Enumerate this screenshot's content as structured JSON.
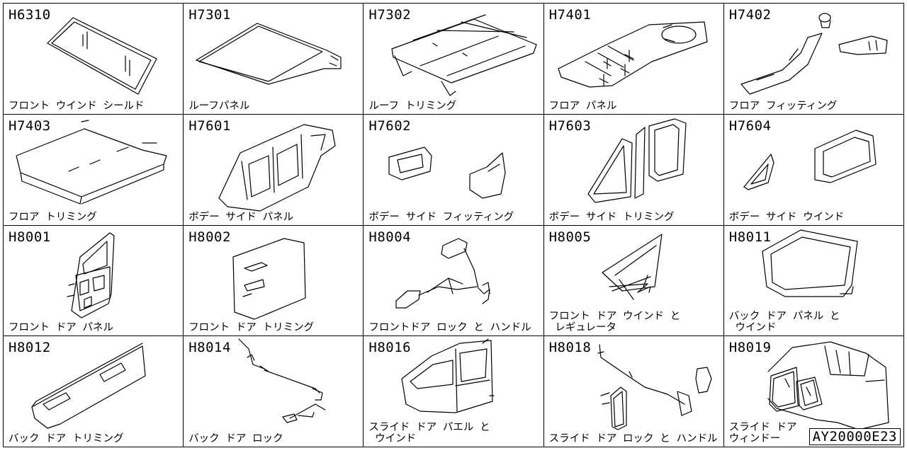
{
  "reference_code": "AY20000E23",
  "parts": [
    {
      "code": "H6310",
      "label": "フロント ウインド シールド"
    },
    {
      "code": "H7301",
      "label": "ルーフパネル"
    },
    {
      "code": "H7302",
      "label": "ルーフ トリミング"
    },
    {
      "code": "H7401",
      "label": "フロア パネル"
    },
    {
      "code": "H7402",
      "label": "フロア フィッティング"
    },
    {
      "code": "H7403",
      "label": "フロア トリミング"
    },
    {
      "code": "H7601",
      "label": "ボデー サイド パネル"
    },
    {
      "code": "H7602",
      "label": "ボデー サイド フィッティング"
    },
    {
      "code": "H7603",
      "label": "ボデー サイド トリミング"
    },
    {
      "code": "H7604",
      "label": "ボデー サイド ウインド"
    },
    {
      "code": "H8001",
      "label": "フロント ドア パネル"
    },
    {
      "code": "H8002",
      "label": "フロント ドア トリミング"
    },
    {
      "code": "H8004",
      "label": "フロントドア ロック と ハンドル"
    },
    {
      "code": "H8005",
      "label": "フロント ドア ウインド と\n レギュレータ"
    },
    {
      "code": "H8011",
      "label": "バック ドア パネル と\n ウインド"
    },
    {
      "code": "H8012",
      "label": "バック ドア トリミング"
    },
    {
      "code": "H8014",
      "label": "バック ドア ロック"
    },
    {
      "code": "H8016",
      "label": "スライド ドア パエル と\n ウインド"
    },
    {
      "code": "H8018",
      "label": "スライド ドア ロック と ハンドル"
    },
    {
      "code": "H8019",
      "label": "スライド ドア\nウィンドー"
    }
  ]
}
